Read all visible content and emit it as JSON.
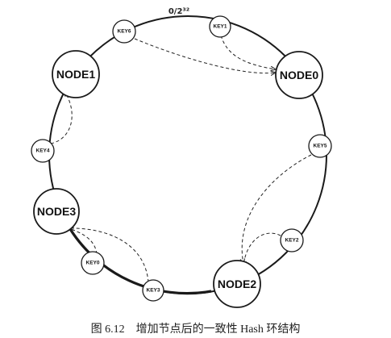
{
  "ring": {
    "label": "0/2³²",
    "color": "#1a1a1a"
  },
  "nodes": [
    {
      "id": "node1",
      "label": "NODE1"
    },
    {
      "id": "node0",
      "label": "NODE0"
    },
    {
      "id": "node3",
      "label": "NODE3"
    },
    {
      "id": "node2",
      "label": "NODE2"
    }
  ],
  "keys": [
    {
      "id": "key6",
      "label": "KEY6"
    },
    {
      "id": "key1",
      "label": "KEY1"
    },
    {
      "id": "key5",
      "label": "KEY5"
    },
    {
      "id": "key4",
      "label": "KEY4"
    },
    {
      "id": "key2",
      "label": "KEY2"
    },
    {
      "id": "key0",
      "label": "KEY0"
    },
    {
      "id": "key3",
      "label": "KEY3"
    }
  ],
  "edges": [
    {
      "from": "KEY6",
      "to": "NODE0"
    },
    {
      "from": "KEY1",
      "to": "NODE0"
    },
    {
      "from": "KEY5",
      "to": "NODE2"
    },
    {
      "from": "KEY2",
      "to": "NODE2"
    },
    {
      "from": "KEY4",
      "to": "NODE1"
    },
    {
      "from": "KEY0",
      "to": "NODE3"
    },
    {
      "from": "KEY3",
      "to": "NODE3"
    }
  ],
  "caption": {
    "figure_number": "图 6.12",
    "text": "增加节点后的一致性 Hash 环结构"
  }
}
